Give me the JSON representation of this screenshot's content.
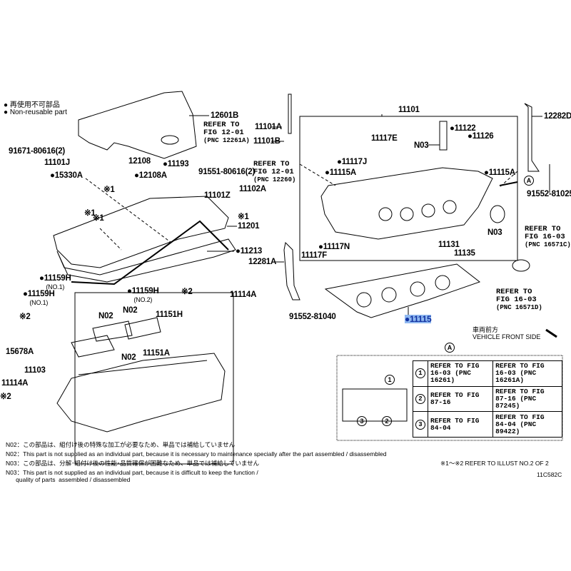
{
  "legend": {
    "jp": "● 再使用不可部品",
    "en": "● Non-reusable part"
  },
  "labels": [
    "12601B",
    "11101A",
    "11101B",
    "91671-80616(2)",
    "11101J",
    "●15330A",
    "12108",
    "●12108A",
    "●11193",
    "91551-80616(2)",
    "11102A",
    "11101Z",
    "※1",
    "※1",
    "※1",
    "※1",
    "11201",
    "●11213",
    "12281A",
    "●11159H",
    "●11159H",
    "●11159H",
    "※2",
    "11114A",
    "※2",
    "N02",
    "N02",
    "11151H",
    "15678A",
    "11151A",
    "N02",
    "11103",
    "11114A",
    "※2",
    "11101",
    "12282D",
    "●11122",
    "●11126",
    "11117E",
    "N03",
    "●11117J",
    "●11115A",
    "●11115A",
    "91552-81025",
    "N03",
    "●11117N",
    "11117F",
    "11131",
    "11135",
    "91552-81040"
  ],
  "sublabels": [
    "(NO.1)",
    "(NO.1)",
    "(NO.2)"
  ],
  "highlight_label": "●11115",
  "refers": [
    {
      "l1": "REFER TO",
      "l2": "FIG 12-01",
      "pnc": "(PNC 12261A)"
    },
    {
      "l1": "REFER TO",
      "l2": "FIG 12-01",
      "pnc": "(PNC 12260)"
    },
    {
      "l1": "REFER TO",
      "l2": "FIG 16-03",
      "pnc": "(PNC 16571C)"
    },
    {
      "l1": "REFER TO",
      "l2": "FIG 16-03",
      "pnc": "(PNC 16571D)"
    }
  ],
  "front": {
    "jp": "車両前方",
    "en": "VEHICLE FRONT SIDE"
  },
  "callout_a": "A",
  "detail": {
    "circles": [
      "1",
      "2",
      "3"
    ],
    "rows": [
      {
        "num": "1",
        "left": "REFER TO FIG 16-03 (PNC 16261)",
        "right": "REFER TO FIG 16-03 (PNC 16261A)"
      },
      {
        "num": "2",
        "left": "REFER TO FIG 87-16",
        "right": "REFER TO FIG 87-16 (PNC 87245)"
      },
      {
        "num": "3",
        "left": "REFER TO FIG 84-04",
        "right": "REFER TO FIG 84-04 (PNC 89422)"
      }
    ]
  },
  "notes": [
    "N02：この部品は、組付け後の特殊な加工が必要なため、単品では補給していません",
    "N02：This part is not supplied as an individual part, because it is necessary to maintenance specially after the part assembled / disassembled",
    "N03：この部品は、分解･組付け後の性能･品質確保が困難なため、単品では補給していません",
    "N03：This part is not supplied as an individual part, because it is difficult to keep the function /",
    "      quality of parts  assembled / disassembled"
  ],
  "refer_illust": "※1～※2  REFER TO ILLUST NO.2 OF 2",
  "illust_code": "11C582C"
}
